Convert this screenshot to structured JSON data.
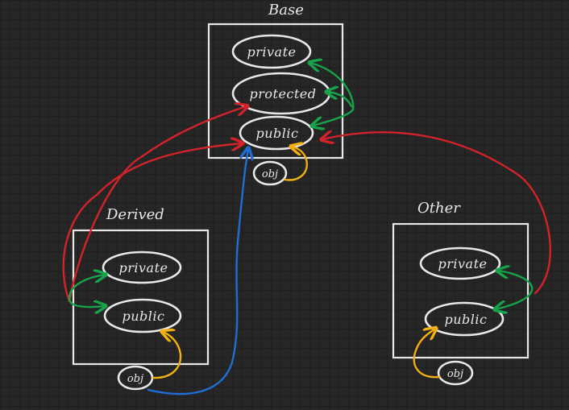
{
  "classes": {
    "base": {
      "title": "Base",
      "members": [
        "private",
        "protected",
        "public"
      ],
      "object": "obj"
    },
    "derived": {
      "title": "Derived",
      "members": [
        "private",
        "public"
      ],
      "object": "obj"
    },
    "other": {
      "title": "Other",
      "members": [
        "private",
        "public"
      ],
      "object": "obj"
    }
  },
  "colors": {
    "background": "#262626",
    "outline": "#e8e8e8",
    "red": "#d2232a",
    "green": "#16a34a",
    "yellow": "#f2b011",
    "blue": "#1f6ed4"
  }
}
